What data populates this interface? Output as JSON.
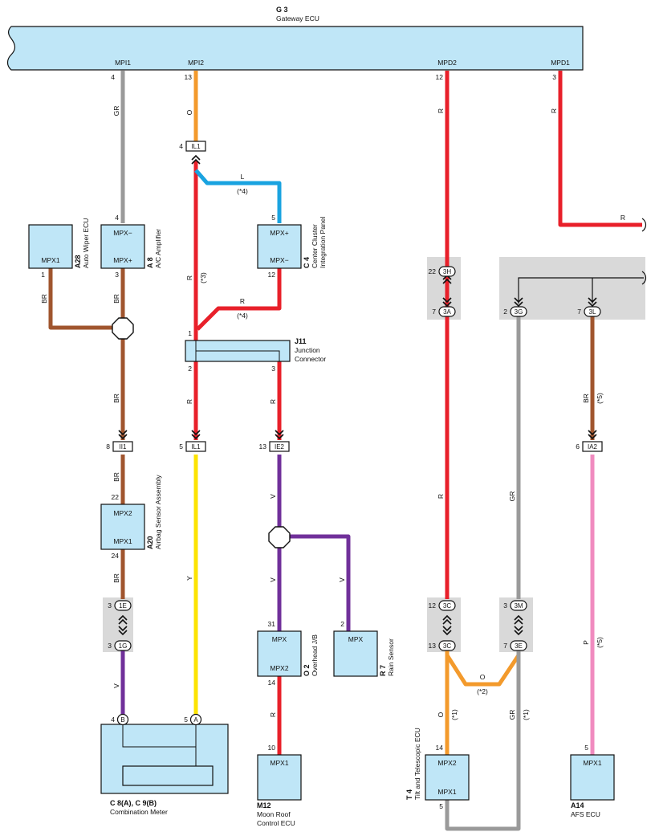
{
  "gateway": {
    "code": "G 3",
    "name": "Gateway ECU",
    "pins": [
      "MPI1",
      "MPI2",
      "MPD2",
      "MPD1"
    ],
    "pin_numbers": [
      "4",
      "13",
      "12",
      "3"
    ]
  },
  "wire_colors": {
    "GR": "#9a9a9a",
    "O": "#f39a2c",
    "R": "#e8202a",
    "L": "#1aa3e0",
    "BR": "#a0552e",
    "Y": "#fce300",
    "V": "#70309a",
    "P": "#f08bbf"
  },
  "box_colors": {
    "ecu": "#bfe6f7",
    "gray": "#d9d9d9"
  },
  "icons": {
    "junction": "octagon-junction-icon",
    "connector": "connector-chevron-icon",
    "break": "wire-break-icon"
  },
  "components": {
    "a28": {
      "code": "A28",
      "name": "Auto Wiper ECU",
      "pin_label": "MPX1",
      "pin_number": "1"
    },
    "a8": {
      "code": "A 8",
      "name": "A/C Amplifier",
      "pin_top": "MPX−",
      "pin_bottom": "MPX+",
      "num_top": "4",
      "num_bottom": "3"
    },
    "c4": {
      "code": "C 4",
      "name1": "Center Cluster",
      "name2": "Integration Panel",
      "pin_top": "MPX+",
      "pin_bottom": "MPX−",
      "num_top": "5",
      "num_bottom": "12"
    },
    "j11": {
      "code": "J11",
      "name1": "Junction",
      "name2": "Connector",
      "num_in": "1",
      "num_out1": "2",
      "num_out2": "3"
    },
    "a20": {
      "code": "A20",
      "name": "Airbag Sensor Assembly",
      "pin_top": "MPX2",
      "pin_bottom": "MPX1",
      "num_top": "22",
      "num_bottom": "24"
    },
    "o2": {
      "code": "O 2",
      "name": "Overhead J/B",
      "pin_top": "MPX",
      "pin_bottom": "MPX2",
      "num_top": "31",
      "num_bottom": "14"
    },
    "r7": {
      "code": "R 7",
      "name": "Rain Sensor",
      "pin_top": "MPX",
      "num_top": "2"
    },
    "c8": {
      "code": "C 8(A), C 9(B)",
      "name": "Combination Meter",
      "pin_b": "B",
      "pin_a": "A",
      "num_b": "4",
      "num_a": "5"
    },
    "m12": {
      "code": "M12",
      "name1": "Moon Roof",
      "name2": "Control ECU",
      "pin": "MPX1",
      "num": "10"
    },
    "t4": {
      "code": "T 4",
      "name": "Tilt and Telescopic ECU",
      "pin_top": "MPX2",
      "pin_bottom": "MPX1",
      "num_top": "14",
      "num_bottom": "5"
    },
    "a14": {
      "code": "A14",
      "name": "AFS ECU",
      "pin": "MPX1",
      "num": "5"
    }
  },
  "connectors": {
    "il1_top": {
      "label": "IL1",
      "num": "4"
    },
    "il1_bottom": {
      "label": "IL1",
      "num": "5"
    },
    "ie2": {
      "label": "IE2",
      "num": "13"
    },
    "ii1": {
      "label": "II1",
      "num": "8"
    },
    "ia2": {
      "label": "IA2",
      "num": "6"
    }
  },
  "round_connectors": {
    "c1e": {
      "label": "1E",
      "num": "3"
    },
    "c1g": {
      "label": "1G",
      "num": "3"
    },
    "c3h": {
      "label": "3H",
      "num": "22"
    },
    "c3a": {
      "label": "3A",
      "num": "7"
    },
    "c3g": {
      "label": "3G",
      "num": "2"
    },
    "c3l": {
      "label": "3L",
      "num": "7"
    },
    "c3c_top": {
      "label": "3C",
      "num": "12"
    },
    "c3c_bottom": {
      "label": "3C",
      "num": "13"
    },
    "c3m": {
      "label": "3M",
      "num": "3"
    },
    "c3e": {
      "label": "3E",
      "num": "7"
    }
  },
  "wire_labels": {
    "gr": "GR",
    "o": "O",
    "l": "L",
    "r": "R",
    "br": "BR",
    "y": "Y",
    "v": "V",
    "p": "P",
    "note1": "(*1)",
    "note2": "(*2)",
    "note3": "(*3)",
    "note4": "(*4)",
    "note5": "(*5)"
  }
}
